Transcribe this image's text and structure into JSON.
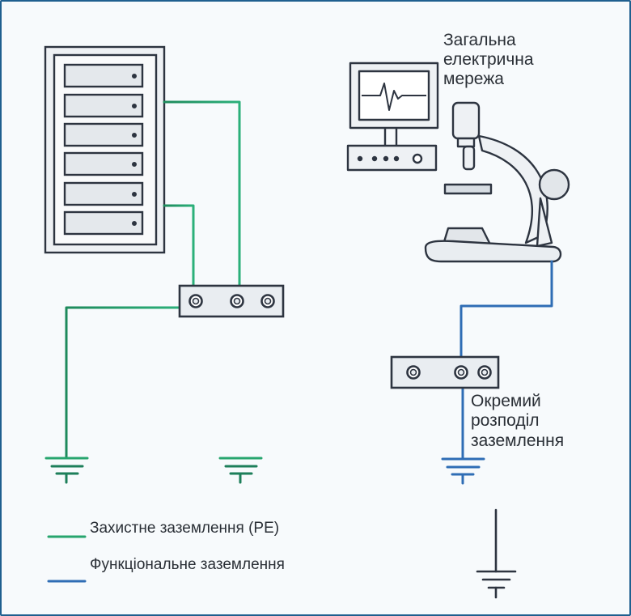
{
  "labels": {
    "general_network": [
      "Загальна",
      "електрична",
      "мережа"
    ],
    "separate_distribution": [
      "Окремий",
      "розподіл",
      "заземлення"
    ]
  },
  "legend": {
    "pe_label": "Захистне заземлення (PE)",
    "functional_label": "Функціональне заземлення"
  },
  "colors": {
    "pe": "#27a56e",
    "pe_dark": "#1d7f5a",
    "functional": "#2f6db5",
    "outline": "#2d3440",
    "frame": "#1f5f8f"
  }
}
